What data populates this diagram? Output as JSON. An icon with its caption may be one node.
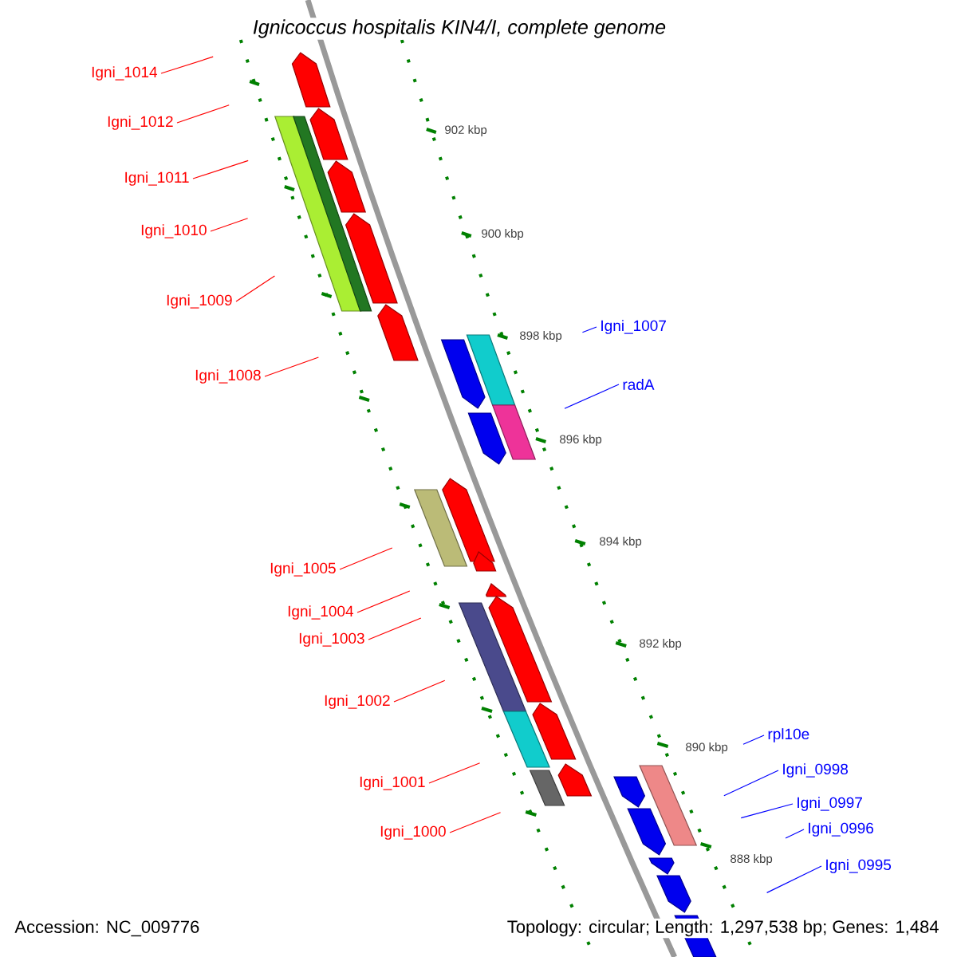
{
  "diagram": {
    "title": "Ignicoccus hospitalis KIN4/I, complete genome",
    "nodes": [
      {
        "text": [
          "Igni_1014"
        ]
      },
      {
        "text": [
          "Igni_1012"
        ]
      },
      {
        "text": [
          "Igni_1011"
        ]
      },
      {
        "text": [
          "Igni_1010"
        ]
      },
      {
        "text": [
          "Igni_1009"
        ]
      },
      {
        "text": [
          "Igni_1008"
        ]
      },
      {
        "text": [
          "Igni_1007"
        ]
      },
      {
        "text": [
          "radA"
        ]
      },
      {
        "text": [
          "Igni_1005"
        ]
      },
      {
        "text": [
          "Igni_1004"
        ]
      },
      {
        "text": [
          "Igni_1003"
        ]
      },
      {
        "text": [
          "Igni_1002"
        ]
      },
      {
        "text": [
          "Igni_1001"
        ]
      },
      {
        "text": [
          "Igni_1000"
        ]
      },
      {
        "text": [
          "rpl10e"
        ]
      },
      {
        "text": [
          "Igni_0998"
        ]
      },
      {
        "text": [
          "Igni_0997"
        ]
      },
      {
        "text": [
          "Igni_0996"
        ]
      },
      {
        "text": [
          "Igni_0995"
        ]
      },
      {
        "text": [],
        "shape": "bar"
      }
    ],
    "edges": [
      {
        "from": 0,
        "to": null,
        "arrow": "none"
      },
      {
        "from": 1,
        "to": null,
        "arrow": "none"
      },
      {
        "from": 2,
        "to": null,
        "arrow": "none"
      },
      {
        "from": 3,
        "to": null,
        "arrow": "none"
      },
      {
        "from": 4,
        "to": 19,
        "arrow": "none"
      },
      {
        "from": 5,
        "to": null,
        "arrow": "none"
      },
      {
        "from": 6,
        "to": null,
        "arrow": "none",
        "color": "#0000ff"
      },
      {
        "from": 7,
        "to": null,
        "arrow": "none",
        "color": "#0000ff"
      },
      {
        "from": 8,
        "to": null,
        "arrow": "none"
      },
      {
        "from": 9,
        "to": null,
        "arrow": "none"
      },
      {
        "from": 10,
        "to": null,
        "arrow": "none"
      },
      {
        "from": 11,
        "to": null,
        "arrow": "none"
      },
      {
        "from": 12,
        "to": null,
        "arrow": "none"
      },
      {
        "from": 13,
        "to": null,
        "arrow": "none"
      },
      {
        "from": 14,
        "to": null,
        "arrow": "none",
        "color": "#0000ff"
      },
      {
        "from": 15,
        "to": null,
        "arrow": "none",
        "color": "#0000ff"
      },
      {
        "from": 16,
        "to": null,
        "arrow": "none",
        "color": "#0000ff"
      },
      {
        "from": 17,
        "to": null,
        "arrow": "none",
        "color": "#0000ff"
      },
      {
        "from": 18,
        "to": null,
        "arrow": "none",
        "color": "#0000ff"
      }
    ],
    "labels": [
      "902 kbp",
      "900 kbp",
      "898 kbp",
      "896 kbp",
      "894 kbp",
      "892 kbp",
      "890 kbp",
      "888 kbp",
      "Accession: NC_009776",
      "Topology: circular; Length: 1,297,538 bp; Genes: 1,484"
    ]
  }
}
